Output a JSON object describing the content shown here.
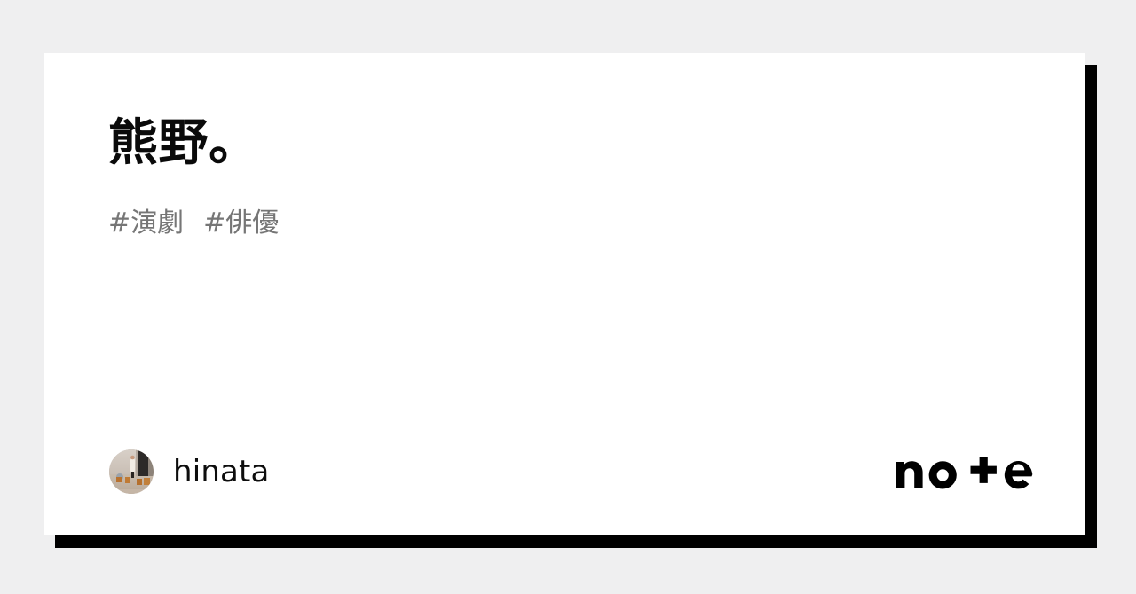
{
  "card": {
    "title": "熊野。",
    "tags": [
      "#演劇",
      "#俳優"
    ],
    "author": {
      "name": "hinata",
      "avatar_alt": "avatar-gallery-room-photo"
    },
    "brand": {
      "name": "note",
      "logo_alt": "note-logo"
    }
  },
  "colors": {
    "page_background": "#efeff0",
    "card_background": "#ffffff",
    "shadow": "#000000",
    "title_text": "#0a0a0a",
    "tag_text": "#767676",
    "author_text": "#0d0d0d",
    "logo": "#000000"
  }
}
